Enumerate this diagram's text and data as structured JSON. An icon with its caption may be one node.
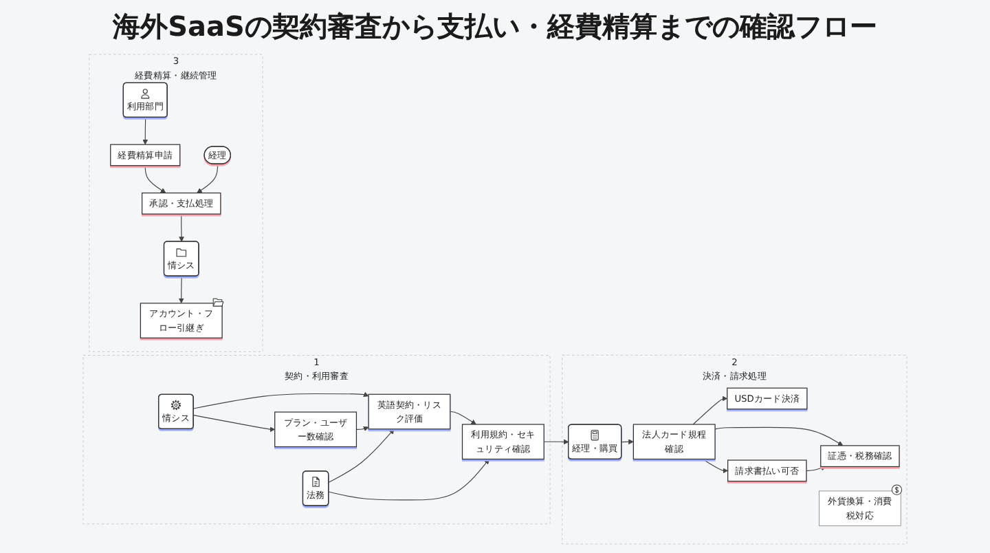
{
  "diagram": {
    "title": "海外SaaSの契約審査から支払い・経費精算までの確認フロー",
    "nodes": [
      {
        "text": [
          "1",
          "契約・利用審査"
        ]
      },
      {
        "text": [
          "情シス"
        ],
        "in": 0
      },
      {
        "text": [
          "プラン・ユーザー数確認"
        ],
        "in": 0
      },
      {
        "text": [
          "英語契約・リスク評価"
        ],
        "in": 0
      },
      {
        "text": [
          "法務"
        ],
        "in": 0
      },
      {
        "text": [
          "利用規約・セキュリティ確認"
        ],
        "in": 0
      },
      {
        "text": [
          "2",
          "決済・請求処理"
        ]
      },
      {
        "text": [
          "経理・購買"
        ],
        "in": 6
      },
      {
        "text": [
          "法人カード規程確認"
        ],
        "in": 6
      },
      {
        "text": [
          "USDカード決済"
        ],
        "in": 6
      },
      {
        "text": [
          "請求書払い可否"
        ],
        "in": 6
      },
      {
        "text": [
          "証憑・税務確認"
        ],
        "in": 6
      },
      {
        "text": [
          "外貨換算・消費税対応"
        ],
        "in": 6
      },
      {
        "text": [
          "3",
          "経費精算・継続管理"
        ]
      },
      {
        "text": [
          "利用部門"
        ],
        "in": 13
      },
      {
        "text": [
          "経費精算申請"
        ],
        "in": 13
      },
      {
        "text": [
          "経理"
        ],
        "in": 13
      },
      {
        "text": [
          "承認・支払処理"
        ],
        "in": 13
      },
      {
        "text": [
          "情シス"
        ],
        "in": 13
      },
      {
        "text": [
          "アカウント・フロー引継ぎ"
        ],
        "in": 13
      }
    ],
    "edges": [
      {
        "from": 1,
        "to": 2,
        "arrow": "to"
      },
      {
        "from": 1,
        "to": 3,
        "arrow": "to"
      },
      {
        "from": 2,
        "to": 3,
        "arrow": "to"
      },
      {
        "from": 4,
        "to": 3,
        "arrow": "to"
      },
      {
        "from": 3,
        "to": 5,
        "arrow": "to"
      },
      {
        "from": 4,
        "to": 5,
        "arrow": "to"
      },
      {
        "from": 5,
        "to": 7,
        "arrow": "to"
      },
      {
        "from": 7,
        "to": 8,
        "arrow": "to"
      },
      {
        "from": 8,
        "to": 9,
        "arrow": "to"
      },
      {
        "from": 8,
        "to": 10,
        "arrow": "to"
      },
      {
        "from": 8,
        "to": 11,
        "arrow": "to"
      },
      {
        "from": 10,
        "to": 11,
        "arrow": "to"
      },
      {
        "from": 14,
        "to": 15,
        "arrow": "to"
      },
      {
        "from": 15,
        "to": 17,
        "arrow": "to"
      },
      {
        "from": 16,
        "to": 17,
        "arrow": "to"
      },
      {
        "from": 17,
        "to": 18,
        "arrow": "to"
      },
      {
        "from": 18,
        "to": 19,
        "arrow": "to"
      }
    ]
  }
}
